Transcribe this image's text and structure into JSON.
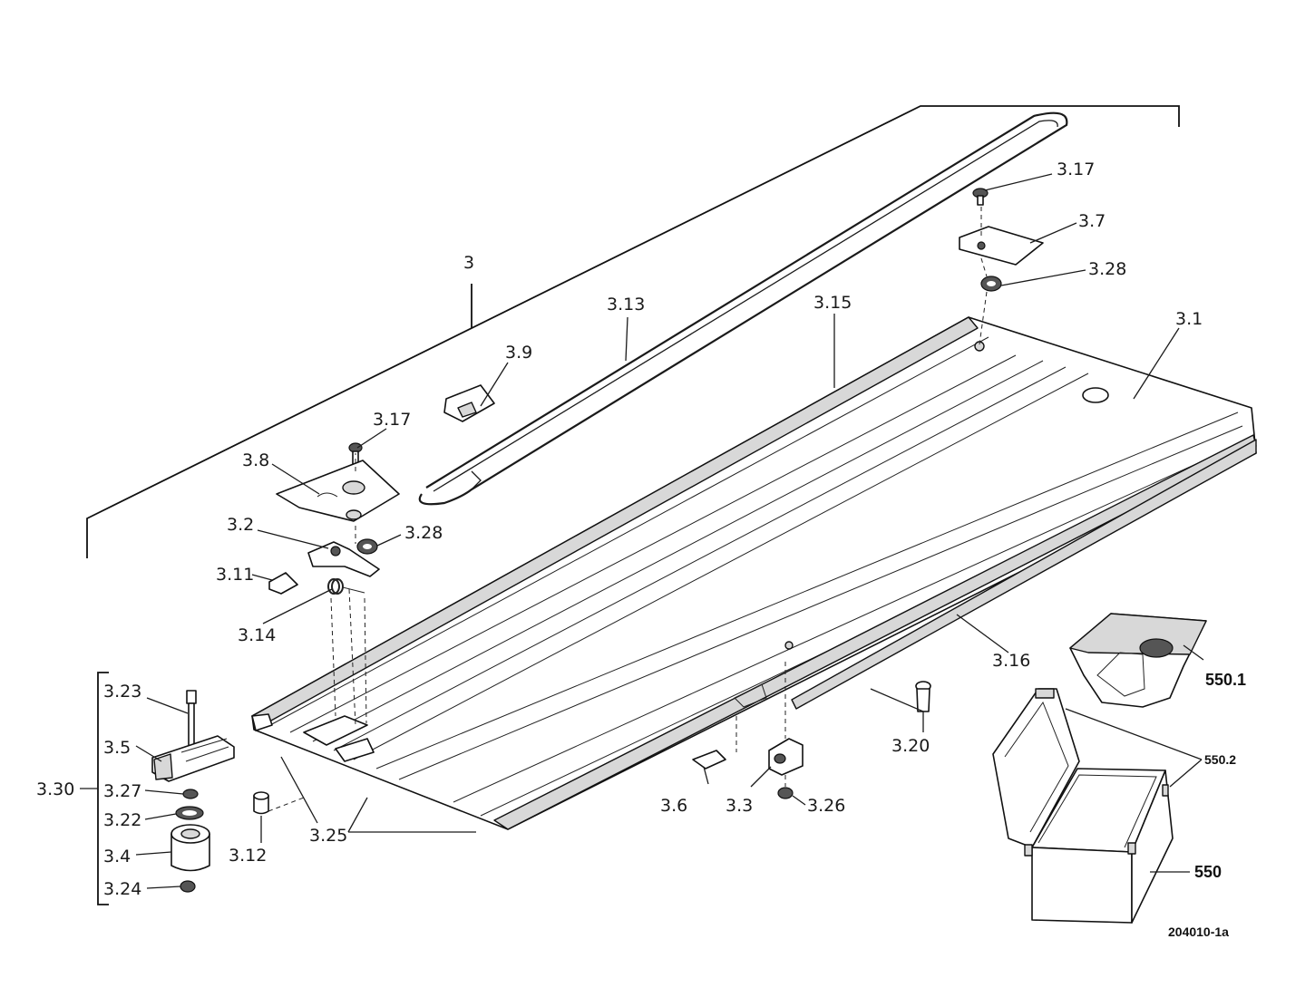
{
  "labels": {
    "assembly": "3",
    "p3_1": "3.1",
    "p3_2": "3.2",
    "p3_3": "3.3",
    "p3_4": "3.4",
    "p3_5": "3.5",
    "p3_6": "3.6",
    "p3_7": "3.7",
    "p3_8": "3.8",
    "p3_9": "3.9",
    "p3_11": "3.11",
    "p3_12": "3.12",
    "p3_13": "3.13",
    "p3_14": "3.14",
    "p3_15": "3.15",
    "p3_16": "3.16",
    "p3_17_top": "3.17",
    "p3_17_left": "3.17",
    "p3_20": "3.20",
    "p3_22": "3.22",
    "p3_23": "3.23",
    "p3_24": "3.24",
    "p3_25": "3.25",
    "p3_26": "3.26",
    "p3_27": "3.27",
    "p3_28_top": "3.28",
    "p3_28_left": "3.28",
    "p3_30": "3.30",
    "p550": "550",
    "p550_1": "550.1",
    "p550_2": "550.2"
  },
  "drawing_code": "204010-1a"
}
